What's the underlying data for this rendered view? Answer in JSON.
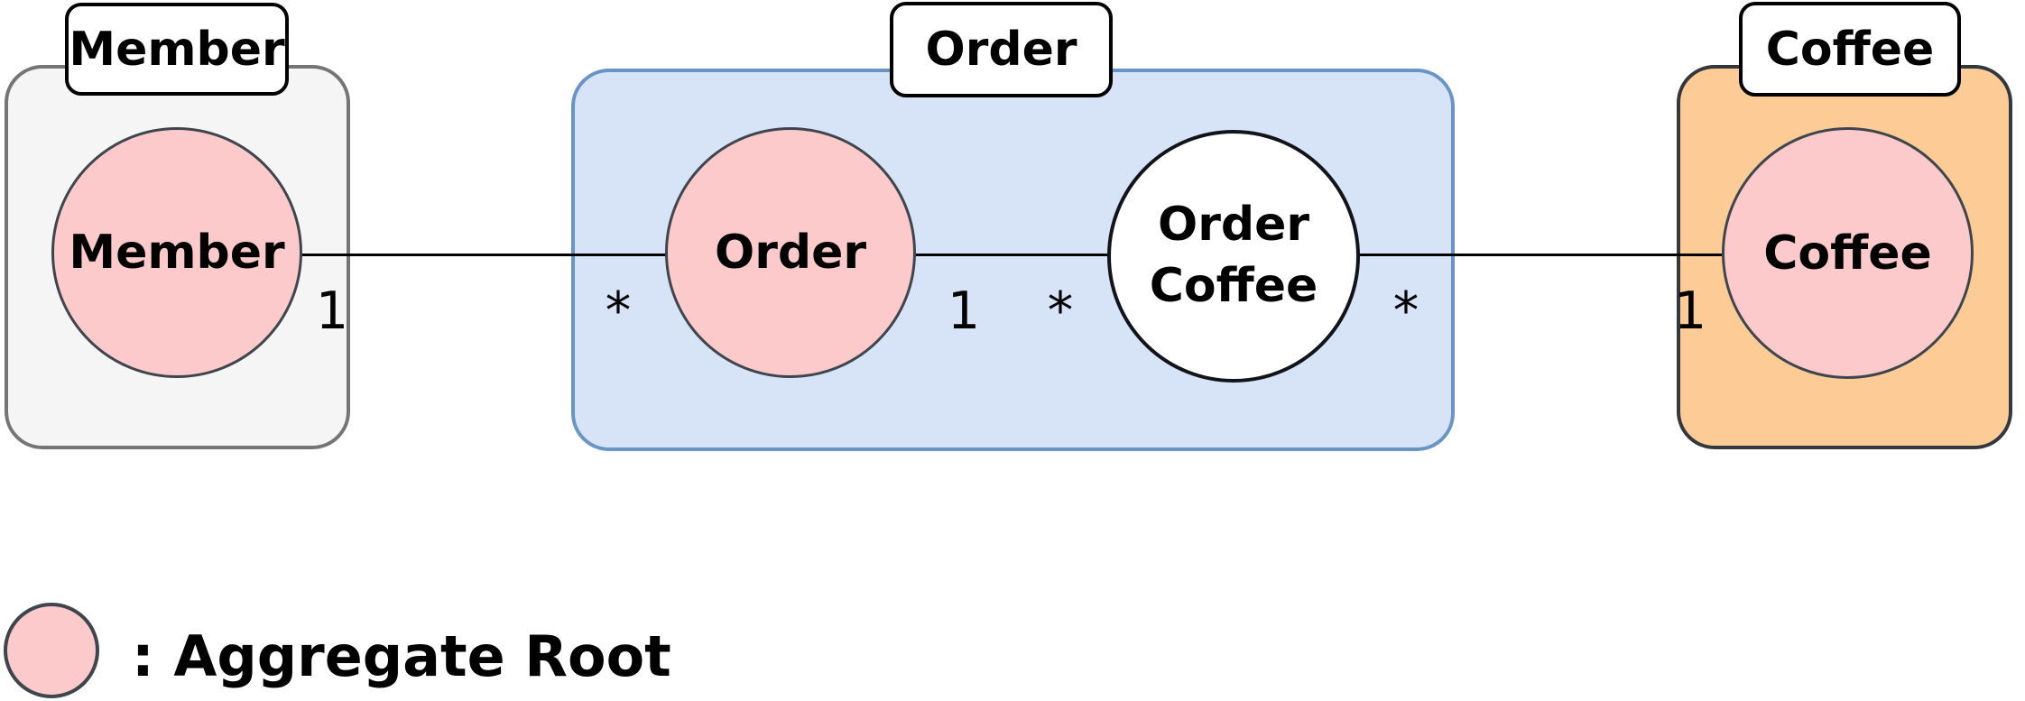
{
  "aggregates": {
    "member": {
      "title": "Member"
    },
    "order": {
      "title": "Order"
    },
    "coffee": {
      "title": "Coffee"
    }
  },
  "entities": {
    "member": {
      "label": "Member",
      "aggregate_root": true
    },
    "order": {
      "label": "Order",
      "aggregate_root": true
    },
    "order_coffee": {
      "label": "Order Coffee",
      "line1": "Order",
      "line2": "Coffee",
      "aggregate_root": false
    },
    "coffee": {
      "label": "Coffee",
      "aggregate_root": true
    }
  },
  "relationships": [
    {
      "from": "Member",
      "to": "Order",
      "from_mult": "1",
      "to_mult": "*"
    },
    {
      "from": "Order",
      "to": "Order Coffee",
      "from_mult": "1",
      "to_mult": "*"
    },
    {
      "from": "Order Coffee",
      "to": "Coffee",
      "from_mult": "*",
      "to_mult": "1"
    }
  ],
  "legend": {
    "symbol": "aggregate-root-circle",
    "text": ": Aggregate Root"
  },
  "colors": {
    "background": "#FFFFFF",
    "aggregate_root_fill": "#FCCACB",
    "entity_fill": "#FFFFFF",
    "circle_border": "#3E454D",
    "member_box_fill": "#F5F5F5",
    "member_box_border": "#757575",
    "order_box_fill": "#D7E4F8",
    "order_box_border": "#6B94C6",
    "coffee_box_fill": "#FDCB95",
    "coffee_box_border": "#33383E",
    "title_box_fill": "#FFFFFF",
    "title_box_border": "#000000",
    "line": "#000000"
  }
}
